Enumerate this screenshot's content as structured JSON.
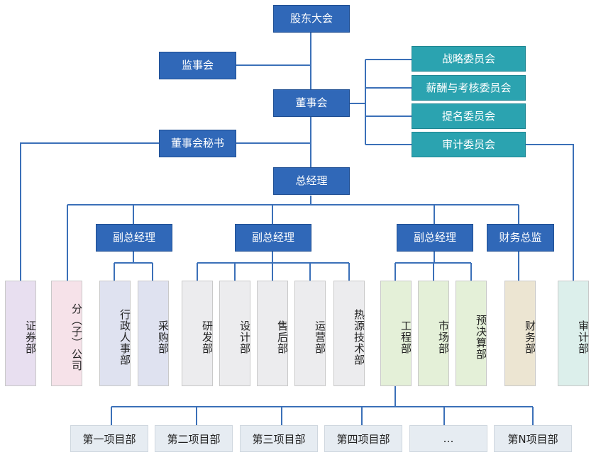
{
  "colors": {
    "node_blue": "#3068b8",
    "node_teal": "#2ba3b0",
    "connector": "#3b70b8",
    "dept_purple": "#e8dff0",
    "dept_pink": "#f6e2e9",
    "dept_lavender": "#dfe2f0",
    "dept_gray": "#ececee",
    "dept_green": "#e4f0d8",
    "dept_beige": "#ece5d2",
    "dept_mint": "#dcefeb",
    "project_bg": "#e6ecf2"
  },
  "nodes": {
    "shareholders": "股东大会",
    "supervisory": "监事会",
    "board": "董事会",
    "board_secretary": "董事会秘书",
    "ceo": "总经理",
    "committees": [
      "战略委员会",
      "薪酬与考核委员会",
      "提名委员会",
      "审计委员会"
    ],
    "vp_1": "副总经理",
    "vp_2": "副总经理",
    "vp_3": "副总经理",
    "cfo": "财务总监"
  },
  "departments": [
    "证券部",
    "分（子）公司",
    "行政人事部",
    "采购部",
    "研发部",
    "设计部",
    "售后部",
    "运营部",
    "热源技术部",
    "工程部",
    "市场部",
    "预决算部",
    "财务部",
    "审计部"
  ],
  "projects": [
    "第一项目部",
    "第二项目部",
    "第三项目部",
    "第四项目部",
    "…",
    "第N项目部"
  ]
}
